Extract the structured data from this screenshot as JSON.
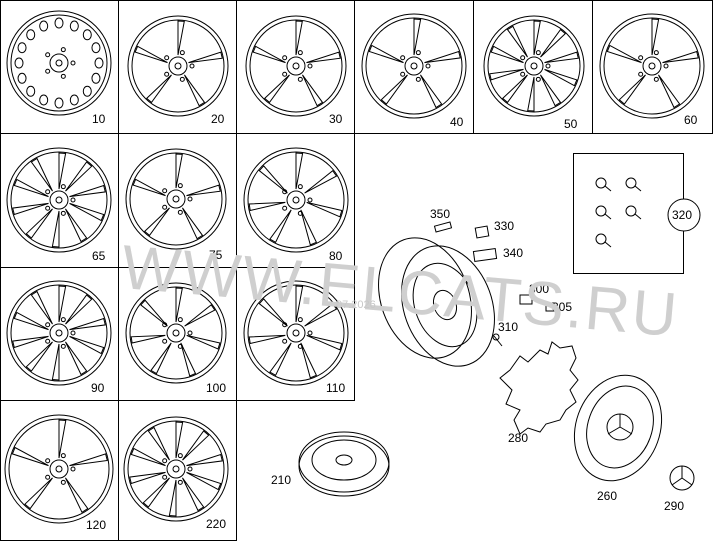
{
  "watermark": {
    "text": "WWW.ELCATS.RU",
    "sub": "07.2026"
  },
  "wheels": [
    {
      "id": "w10",
      "label": "10"
    },
    {
      "id": "w20",
      "label": "20"
    },
    {
      "id": "w30",
      "label": "30"
    },
    {
      "id": "w40",
      "label": "40"
    },
    {
      "id": "w50",
      "label": "50"
    },
    {
      "id": "w60",
      "label": "60"
    },
    {
      "id": "w65",
      "label": "65"
    },
    {
      "id": "w75",
      "label": "75"
    },
    {
      "id": "w80",
      "label": "80"
    },
    {
      "id": "w90",
      "label": "90"
    },
    {
      "id": "w100",
      "label": "100"
    },
    {
      "id": "w110",
      "label": "110"
    },
    {
      "id": "w120",
      "label": "120"
    },
    {
      "id": "w220",
      "label": "220"
    }
  ],
  "parts": {
    "p210": "210",
    "p280": "280",
    "p260": "260",
    "p290": "290",
    "p300": "300",
    "p305": "305",
    "p310": "310",
    "p330": "330",
    "p340": "340",
    "p350": "350",
    "p320": "320"
  }
}
